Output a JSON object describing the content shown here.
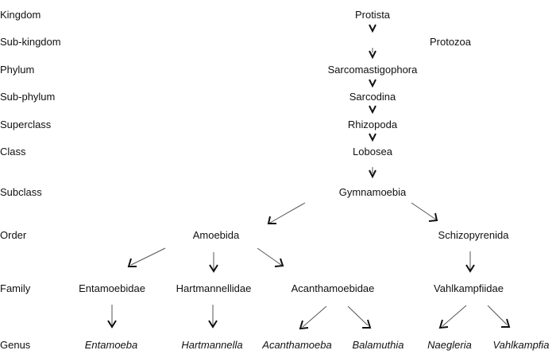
{
  "ranks": {
    "kingdom": "Kingdom",
    "subkingdom": "Sub-kingdom",
    "phylum": "Phylum",
    "subphylum": "Sub-phylum",
    "superclass": "Superclass",
    "class": "Class",
    "subclass": "Subclass",
    "order": "Order",
    "family": "Family",
    "genus": "Genus"
  },
  "taxa": {
    "kingdom": "Protista",
    "subkingdom": "Protozoa",
    "phylum": "Sarcomastigophora",
    "subphylum": "Sarcodina",
    "superclass": "Rhizopoda",
    "class": "Lobosea",
    "subclass": "Gymnamoebia",
    "orders": [
      "Amoebida",
      "Schizopyrenida"
    ],
    "families": [
      "Entamoebidae",
      "Hartmannellidae",
      "Acanthamoebidae",
      "Vahlkampfiidae"
    ],
    "genera": [
      "Entamoeba",
      "Hartmannella",
      "Acanthamoeba",
      "Balamuthia",
      "Naegleria",
      "Vahlkampfia"
    ]
  },
  "edges": [
    [
      "kingdom",
      "subkingdom"
    ],
    [
      "subkingdom",
      "phylum"
    ],
    [
      "phylum",
      "subphylum"
    ],
    [
      "subphylum",
      "superclass"
    ],
    [
      "superclass",
      "class"
    ],
    [
      "class",
      "subclass"
    ],
    [
      "subclass",
      "order-amoebida"
    ],
    [
      "subclass",
      "order-schizopyrenida"
    ],
    [
      "order-amoebida",
      "family-entamoebidae"
    ],
    [
      "order-amoebida",
      "family-hartmannellidae"
    ],
    [
      "order-amoebida",
      "family-acanthamoebidae"
    ],
    [
      "order-schizopyrenida",
      "family-vahlkampfiidae"
    ],
    [
      "family-entamoebidae",
      "genus-entamoeba"
    ],
    [
      "family-hartmannellidae",
      "genus-hartmannella"
    ],
    [
      "family-acanthamoebidae",
      "genus-acanthamoeba"
    ],
    [
      "family-acanthamoebidae",
      "genus-balamuthia"
    ],
    [
      "family-vahlkampfiidae",
      "genus-naegleria"
    ],
    [
      "family-vahlkampfiidae",
      "genus-vahlkampfia"
    ]
  ]
}
